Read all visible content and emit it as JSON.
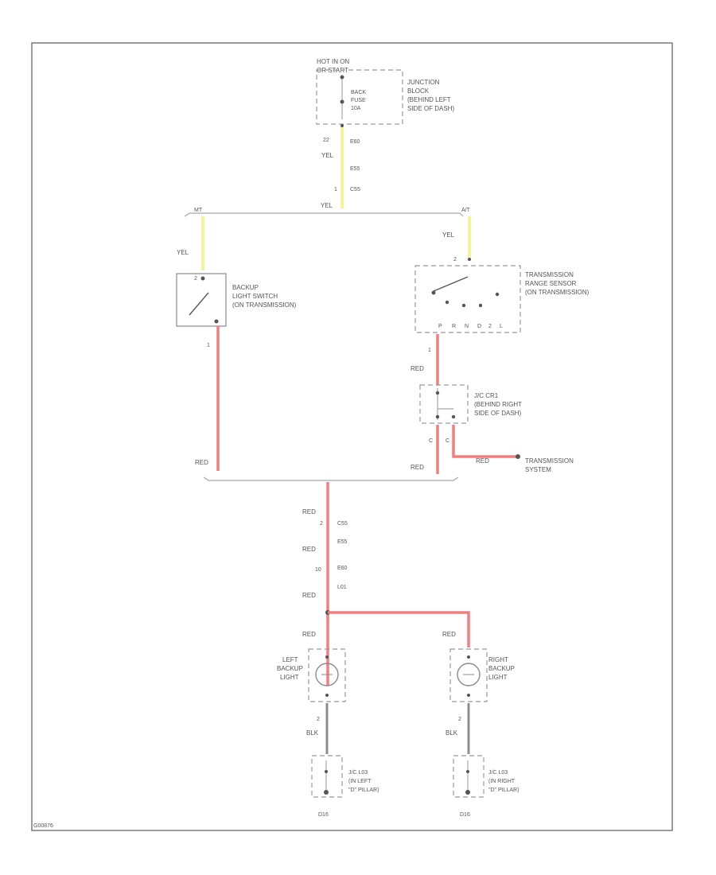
{
  "junction_block": {
    "hot_label_1": "HOT IN ON",
    "hot_label_2": "OR START",
    "fuse_1": "BACK",
    "fuse_2": "FUSE",
    "fuse_3": "10A",
    "name_1": "JUNCTION",
    "name_2": "BLOCK",
    "name_3": "(BEHIND LEFT",
    "name_4": "SIDE OF DASH)"
  },
  "upper_connectors": {
    "pin_22": "22",
    "e60": "E60",
    "wire_yel_1": "YEL",
    "e55": "E55",
    "pin_1": "1",
    "c55": "C55",
    "wire_yel_bus": "YEL",
    "bus_left": "MT",
    "bus_right": "A/T"
  },
  "backup_switch": {
    "wire_in": "YEL",
    "pin_2": "2",
    "pin_1": "1",
    "name_1": "BACKUP",
    "name_2": "LIGHT SWITCH",
    "name_3": "(ON TRANSMISSION)"
  },
  "range_sensor": {
    "wire_in": "YEL",
    "pin_2": "2",
    "pin_1": "1",
    "pos_p": "P",
    "pos_r": "R",
    "pos_n": "N",
    "pos_d": "D",
    "pos_2": "2",
    "pos_l": "L",
    "name_1": "TRANSMISSION",
    "name_2": "RANGE SENSOR",
    "name_3": "(ON TRANSMISSION)"
  },
  "jc_cr1": {
    "wire_in": "RED",
    "name_1": "J/C CR1",
    "name_2": "(BEHIND RIGHT",
    "name_3": "SIDE OF DASH)",
    "pin_c_left": "C",
    "pin_c_right": "C",
    "wire_out_left": "RED",
    "wire_out_right": "RED",
    "system_1": "TRANSMISSION",
    "system_2": "SYSTEM"
  },
  "lower_wiring": {
    "wire_left_red": "RED",
    "wire_1": "RED",
    "pin_a": "2",
    "c55": "C55",
    "e55": "E55",
    "wire_2": "RED",
    "pin_10": "10",
    "e60": "E60",
    "l01": "L01",
    "wire_3": "RED",
    "wire_left_lamp": "RED",
    "wire_right_lamp": "RED"
  },
  "left_backup_light": {
    "name_1": "LEFT",
    "name_2": "BACKUP",
    "name_3": "LIGHT",
    "pin": "2",
    "wire_gnd": "BLK",
    "jc_1": "J/C L03",
    "jc_2": "(IN LEFT",
    "jc_3": "\"D\" PILLAR)",
    "ground": "D16"
  },
  "right_backup_light": {
    "name_1": "RIGHT",
    "name_2": "BACKUP",
    "name_3": "LIGHT",
    "pin": "2",
    "wire_gnd": "BLK",
    "jc_1": "J/C L03",
    "jc_2": "(IN RIGHT",
    "jc_3": "\"D\" PILLAR)",
    "ground": "D16"
  },
  "footer": {
    "figure_code": "G00876"
  },
  "colors": {
    "wire_yellow": "#f3f39a",
    "wire_red": "#f08080",
    "wire_black": "#8c8c8c"
  }
}
